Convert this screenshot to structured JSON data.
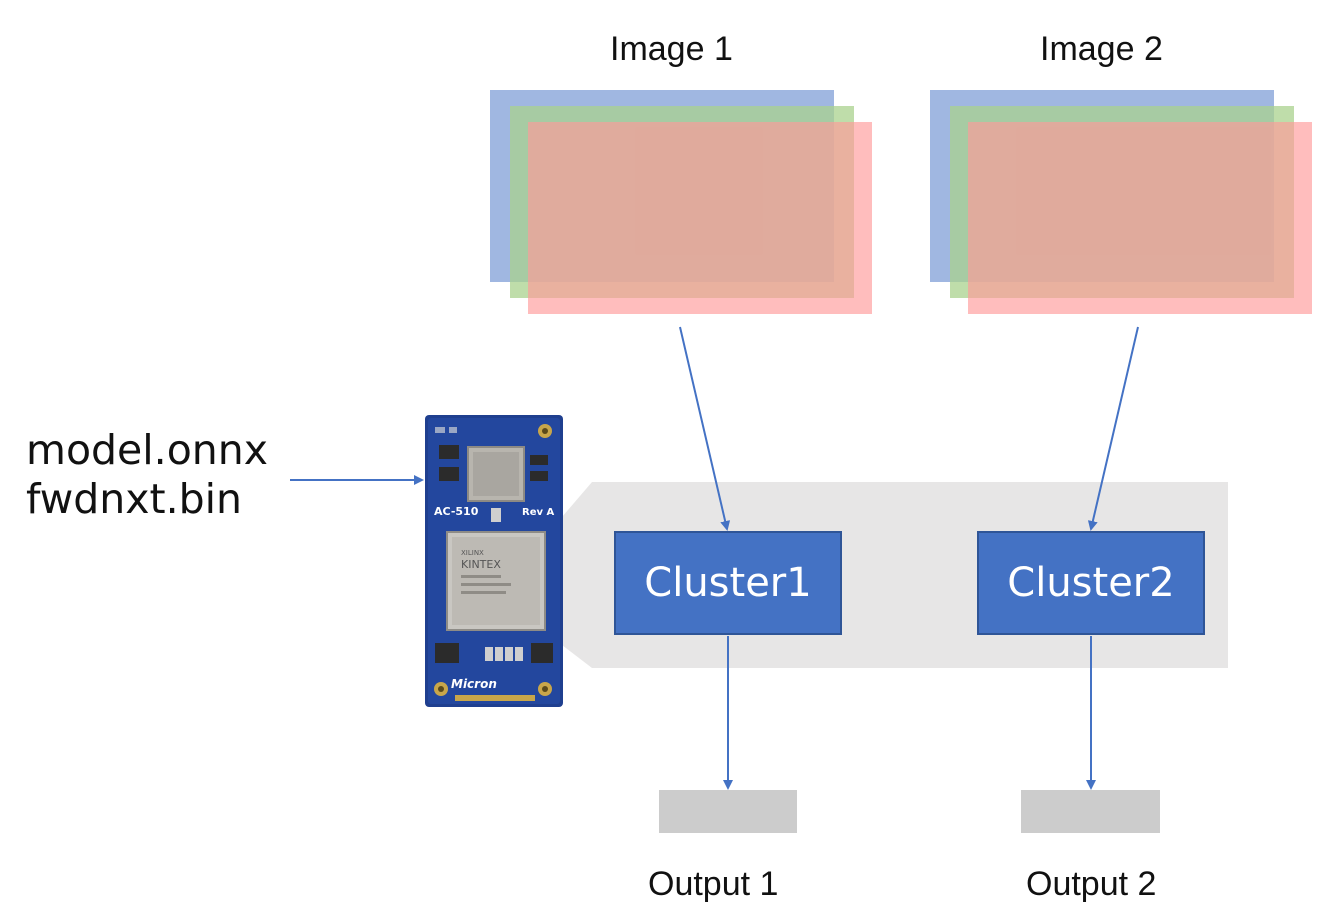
{
  "inputs": [
    {
      "title": "Image 1"
    },
    {
      "title": "Image 2"
    }
  ],
  "model": {
    "files": [
      "model.onnx",
      "fwdnxt.bin"
    ]
  },
  "board": {
    "name": "AC-510",
    "revision": "Rev A",
    "chip_brand": "XILINX",
    "chip_family": "KINTEX",
    "vendor": "Micron"
  },
  "clusters": [
    {
      "label": "Cluster1"
    },
    {
      "label": "Cluster2"
    }
  ],
  "outputs": [
    {
      "title": "Output 1"
    },
    {
      "title": "Output 2"
    }
  ],
  "colors": {
    "channel_blue": "#8faadc",
    "channel_green": "#a9d18e",
    "channel_red": "#ff9999",
    "cluster_fill": "#4472c4",
    "arrow": "#4472c4",
    "fpga_region": "#e7e6e6",
    "output_box": "#cccccc",
    "board_pcb": "#1f3f8f"
  }
}
